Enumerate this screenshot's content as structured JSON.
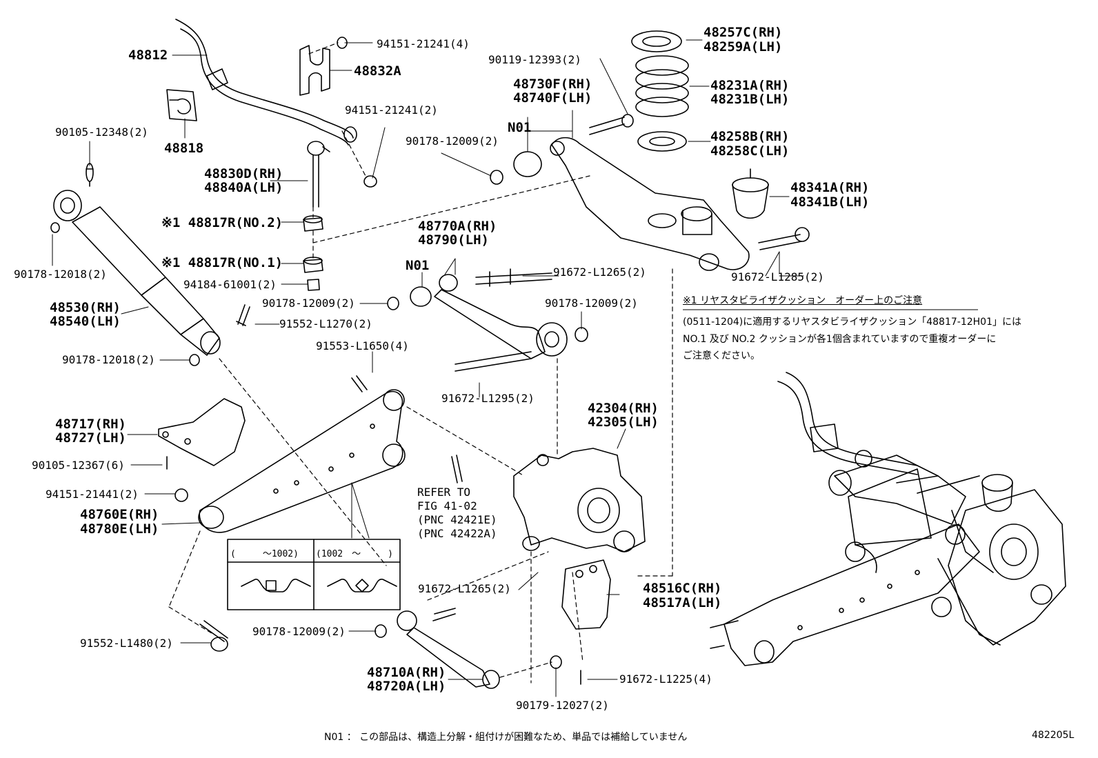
{
  "labels": {
    "p48812": "48812",
    "p48818": "48818",
    "p94151_1": "94151-21241(4)",
    "p48832a": "48832A",
    "p94151_2": "94151-21241(2)",
    "p90105_12348": "90105-12348(2)",
    "p48830d": "48830D(RH)",
    "p48840a": "48840A(LH)",
    "p48817_no2": "※1 48817R(NO.2)",
    "p48817_no1": "※1 48817R(NO.1)",
    "p94184": "94184-61001(2)",
    "p90178_12018_a": "90178-12018(2)",
    "p48530": "48530(RH)",
    "p48540": "48540(LH)",
    "p90178_12018_b": "90178-12018(2)",
    "p90178_12009_a": "90178-12009(2)",
    "p91552_l1270": "91552-L1270(2)",
    "p48257c": "48257C(RH)",
    "p48259a": "48259A(LH)",
    "p90119": "90119-12393(2)",
    "p48730f": "48730F(RH)",
    "p48740f": "48740F(LH)",
    "n01_a": "N01",
    "p90178_12009_b": "90178-12009(2)",
    "p48231a": "48231A(RH)",
    "p48231b": "48231B(LH)",
    "p48258b": "48258B(RH)",
    "p48258c": "48258C(LH)",
    "p48341a": "48341A(RH)",
    "p48341b": "48341B(LH)",
    "p91672_l1285": "91672-L1285(2)",
    "p48770a": "48770A(RH)",
    "p48790": "48790(LH)",
    "n01_b": "N01",
    "p91672_l1265_a": "91672-L1265(2)",
    "p90178_12009_c": "90178-12009(2)",
    "p91553": "91553-L1650(4)",
    "p91672_l1295": "91672-L1295(2)",
    "p48717": "48717(RH)",
    "p48727": "48727(LH)",
    "p90105_12367": "90105-12367(6)",
    "p94151_21441": "94151-21441(2)",
    "p48760e": "48760E(RH)",
    "p48780e": "48780E(LH)",
    "p42304": "42304(RH)",
    "p42305": "42305(LH)",
    "refer1": "REFER TO",
    "refer2": "FIG 41-02",
    "refer3": "(PNC 42421E)",
    "refer4": "(PNC 42422A)",
    "p91672_l1265_b": "91672-L1265(2)",
    "p48516c": "48516C(RH)",
    "p48517a": "48517A(LH)",
    "p90178_12009_d": "90178-12009(2)",
    "p91552_l1480": "91552-L1480(2)",
    "p48710a": "48710A(RH)",
    "p48720a": "48720A(LH)",
    "p91672_l1225": "91672-L1225(4)",
    "p90179": "90179-12027(2)"
  },
  "table": {
    "col1": "(　　　～1002)",
    "col2": "(1002　～　　　)"
  },
  "note": {
    "title": "※1 リヤスタビライザクッション　オーダー上のご注意",
    "line1": "(0511-1204)に適用するリヤスタビライザクッション「48817-12H01」には",
    "line2": "NO.1 及び NO.2 クッションが各1個含まれていますので重複オーダーに",
    "line3": "ご注意ください。"
  },
  "footer": {
    "n01_note": "N01 ： この部品は、構造上分解・組付けが困難なため、単品では補給していません",
    "code": "482205L"
  }
}
